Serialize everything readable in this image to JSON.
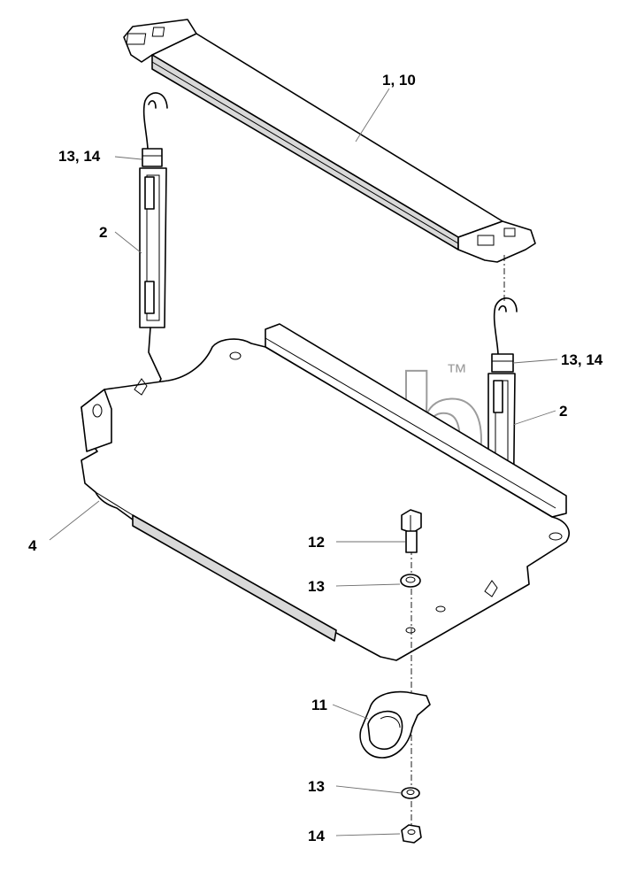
{
  "callouts": {
    "strap": "1, 10",
    "hook_clamp_left": "13, 14",
    "turnbuckle_left": "2",
    "hook_clamp_right": "13, 14",
    "turnbuckle_right": "2",
    "tray": "4",
    "bolt": "12",
    "washer_upper": "13",
    "clamp": "11",
    "washer_lower": "13",
    "nut": "14"
  },
  "watermark": {
    "text": "эпсb",
    "trademark": "™",
    "color": "#9c9c9c"
  },
  "colors": {
    "line": "#000000",
    "leader": "#6f6f6f",
    "background": "#ffffff"
  }
}
